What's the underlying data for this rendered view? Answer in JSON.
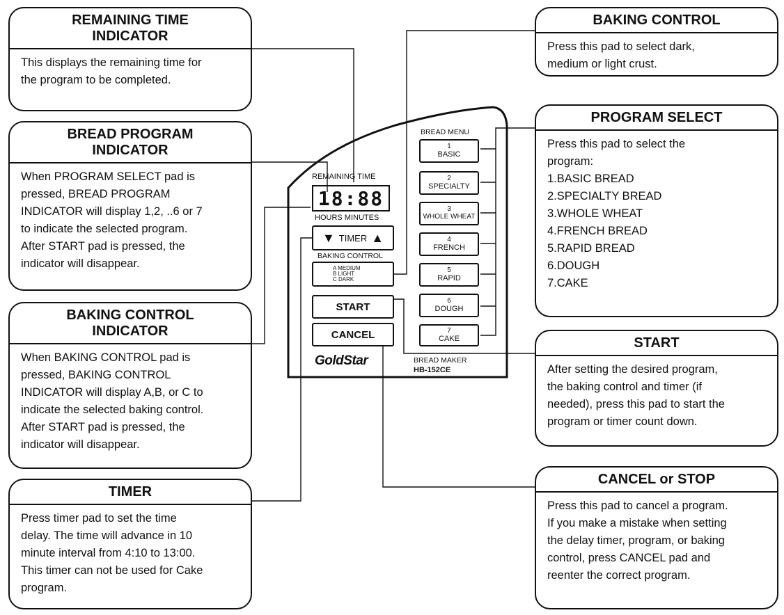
{
  "callouts": {
    "remaining_time": {
      "title": "REMAINING TIME\nINDICATOR",
      "body": "This displays the remaining time for\nthe program to be completed."
    },
    "bread_program": {
      "title": "BREAD PROGRAM\nINDICATOR",
      "body": "When PROGRAM SELECT pad is\npressed, BREAD PROGRAM\nINDICATOR will display 1,2, ..6 or 7\nto indicate the selected program.\nAfter START pad is pressed, the\nindicator will disappear."
    },
    "baking_control_indicator": {
      "title": "BAKING CONTROL\nINDICATOR",
      "body": "When BAKING CONTROL pad is\npressed, BAKING CONTROL\nINDICATOR will display A,B, or C to\nindicate the selected baking control.\nAfter START pad is pressed, the\nindicator will disappear."
    },
    "timer": {
      "title": "TIMER",
      "body": "Press timer pad to set the time\ndelay. The time will advance in 10\nminute interval from 4:10 to 13:00.\nThis timer can not be used for Cake\nprogram."
    },
    "baking_control": {
      "title": "BAKING CONTROL",
      "body": "Press this pad to select dark,\nmedium or light crust."
    },
    "program_select": {
      "title": "PROGRAM SELECT",
      "body": "Press this pad to select the\nprogram:\n1.BASIC BREAD\n2.SPECIALTY BREAD\n3.WHOLE WHEAT\n4.FRENCH BREAD\n5.RAPID BREAD\n6.DOUGH\n7.CAKE"
    },
    "start": {
      "title": "START",
      "body": "After setting the desired program,\nthe baking control and timer (if\nneeded), press this pad to start the\nprogram or timer count down."
    },
    "cancel": {
      "title": "CANCEL or STOP",
      "body": "Press this pad to cancel a program.\nIf you make a mistake when setting\nthe delay timer, program, or baking\ncontrol, press CANCEL pad and\nreenter the correct program."
    }
  },
  "panel": {
    "remaining_time_label": "REMAINING TIME",
    "display": "18:88",
    "hours_minutes": "HOURS MINUTES",
    "timer_label": "TIMER",
    "baking_control_label": "BAKING CONTROL",
    "baking_options": [
      "A MEDIUM",
      "B LIGHT",
      "C DARK"
    ],
    "start_label": "START",
    "cancel_label": "CANCEL",
    "brand": "GoldStar",
    "product": "BREAD MAKER",
    "model": "HB-152CE",
    "bread_menu_label": "BREAD MENU",
    "menu": [
      {
        "num": "1",
        "name": "BASIC"
      },
      {
        "num": "2",
        "name": "SPECIALTY"
      },
      {
        "num": "3",
        "name": "WHOLE WHEAT"
      },
      {
        "num": "4",
        "name": "FRENCH"
      },
      {
        "num": "5",
        "name": "RAPID"
      },
      {
        "num": "6",
        "name": "DOUGH"
      },
      {
        "num": "7",
        "name": "CAKE"
      }
    ]
  }
}
